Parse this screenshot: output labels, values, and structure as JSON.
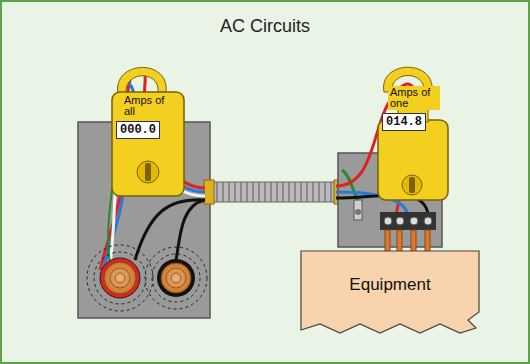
{
  "diagram": {
    "title": "AC Circuits",
    "nodes": [
      {
        "text": [
          "Amps of all",
          "000.0"
        ]
      },
      {
        "text": [
          "Amps of one",
          "014.8"
        ]
      },
      {
        "text": [
          "Equipment"
        ]
      }
    ]
  }
}
